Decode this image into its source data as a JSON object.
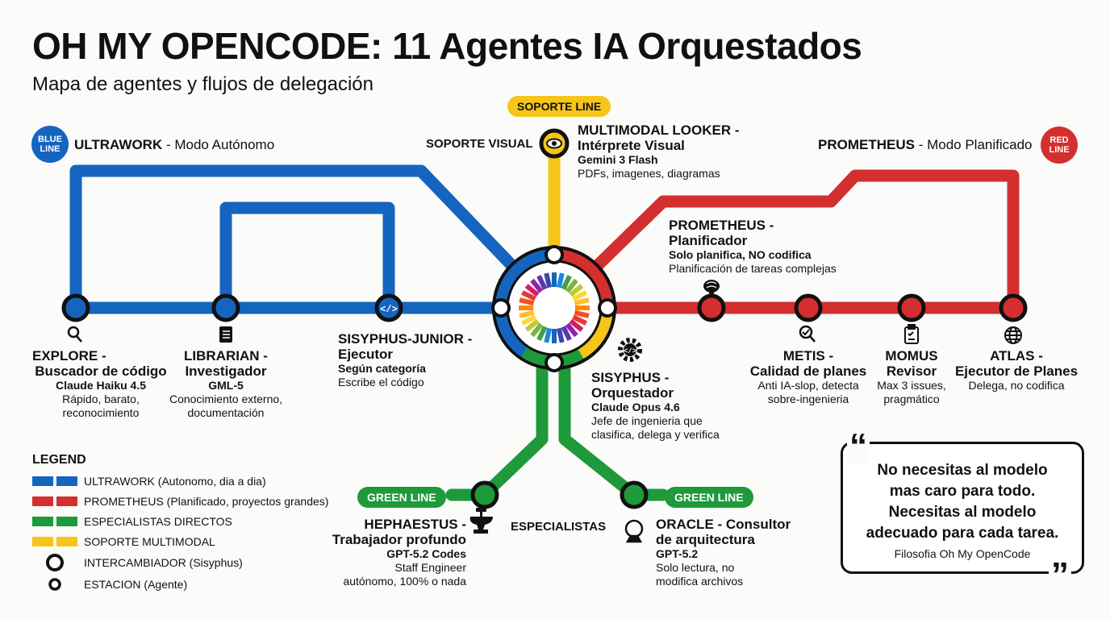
{
  "header": {
    "title": "OH MY OPENCODE: 11 Agentes IA Orquestados",
    "subtitle": "Mapa de agentes y flujos de delegación"
  },
  "colors": {
    "blue": "#1565c0",
    "red": "#d32f2f",
    "green": "#1e9a3a",
    "yellow": "#f5c518",
    "ink": "#111111"
  },
  "lines": {
    "blue": {
      "badge": "BLUE\nLINE",
      "name": "ULTRAWORK",
      "mode": " - Modo Autónomo"
    },
    "red": {
      "badge": "RED\nLINE",
      "name": "PROMETHEUS",
      "mode": " - Modo Planificado"
    },
    "yellow": {
      "pill": "SOPORTE LINE",
      "caption": "SOPORTE VISUAL"
    },
    "green": {
      "pill_left": "GREEN LINE",
      "pill_right": "GREEN LINE",
      "caption": "ESPECIALISTAS"
    }
  },
  "agents": {
    "explore": {
      "name": "EXPLORE -",
      "role": "Buscador de código",
      "model": "Claude Haiku 4.5",
      "desc1": "Rápido, barato,",
      "desc2": "reconocimiento",
      "icon": "search-icon"
    },
    "librarian": {
      "name": "LIBRARIAN -",
      "role": "Investigador",
      "model": "GML-5",
      "desc1": "Conocimiento externo,",
      "desc2": "documentación",
      "icon": "book-icon"
    },
    "junior": {
      "name": "SISYPHUS-JUNIOR -",
      "role": "Ejecutor",
      "model": "Según categoría",
      "desc1": "Escribe el código",
      "icon": "code-icon"
    },
    "looker": {
      "name": "MULTIMODAL LOOKER -",
      "role": "Intérprete Visual",
      "model": "Gemini 3 Flash",
      "desc1": "PDFs, imagenes, diagramas",
      "icon": "eye-icon"
    },
    "prometheus": {
      "name": "PROMETHEUS -",
      "role": "Planificador",
      "model": "Solo planifica, NO codifica",
      "desc1": "Planificación de tareas complejas",
      "icon": "brain-icon"
    },
    "sisyphus": {
      "name": "SISYPHUS -",
      "role": "Orquestador",
      "model": "Claude Opus 4.6",
      "desc1": "Jefe de ingenieria que",
      "desc2": "clasifica, delega y verifica",
      "icon": "gear-icon"
    },
    "metis": {
      "name": "METIS -",
      "role": "Calidad de planes",
      "desc1": "Anti IA-slop, detecta",
      "desc2": "sobre-ingenieria",
      "icon": "magnifier-check-icon"
    },
    "momus": {
      "name": "MOMUS",
      "role": "Revisor",
      "desc1": "Max 3 issues,",
      "desc2": "pragmático",
      "icon": "clipboard-icon"
    },
    "atlas": {
      "name": "ATLAS -",
      "role": "Ejecutor de Planes",
      "desc1": "Delega, no codifica",
      "icon": "globe-icon"
    },
    "hephaestus": {
      "name": "HEPHAESTUS -",
      "role": "Trabajador profundo",
      "model": "GPT-5.2 Codes",
      "desc1": "Staff Engineer",
      "desc2": "autónomo, 100% o nada",
      "icon": "anvil-icon"
    },
    "oracle": {
      "name": "ORACLE - Consultor",
      "role": "de arquitectura",
      "model": "GPT-5.2",
      "desc1": "Solo lectura, no",
      "desc2": "modifica archivos",
      "icon": "crystal-ball-icon"
    }
  },
  "legend": {
    "title": "LEGEND",
    "items": [
      {
        "label": "ULTRAWORK (Autonomo, dia a dia)",
        "color": "#1565c0"
      },
      {
        "label": "PROMETHEUS (Planificado, proyectos grandes)",
        "color": "#d32f2f"
      },
      {
        "label": "ESPECIALISTAS DIRECTOS",
        "color": "#1e9a3a"
      },
      {
        "label": "SOPORTE MULTIMODAL",
        "color": "#f5c518"
      }
    ],
    "interchange": "INTERCAMBIADOR (Sisyphus)",
    "station": "ESTACION (Agente)"
  },
  "quote": {
    "line1": "No necesitas al modelo",
    "line2": "mas caro para todo.",
    "line3": "Necesitas al modelo",
    "line4": "adecuado para cada tarea.",
    "source": "Filosofia Oh My OpenCode",
    "open_mark": "“",
    "close_mark": "”"
  }
}
